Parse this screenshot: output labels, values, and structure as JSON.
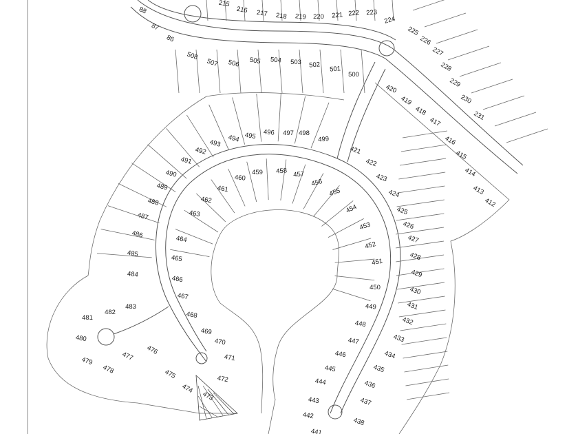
{
  "map": {
    "lots": [
      {
        "label": "88"
      },
      {
        "label": "87"
      },
      {
        "label": "86"
      },
      {
        "label": "215"
      },
      {
        "label": "216"
      },
      {
        "label": "217"
      },
      {
        "label": "218"
      },
      {
        "label": "219"
      },
      {
        "label": "220"
      },
      {
        "label": "221"
      },
      {
        "label": "222"
      },
      {
        "label": "223"
      },
      {
        "label": "224"
      },
      {
        "label": "225"
      },
      {
        "label": "226"
      },
      {
        "label": "227"
      },
      {
        "label": "228"
      },
      {
        "label": "229"
      },
      {
        "label": "230"
      },
      {
        "label": "231"
      },
      {
        "label": "508"
      },
      {
        "label": "507"
      },
      {
        "label": "506"
      },
      {
        "label": "505"
      },
      {
        "label": "504"
      },
      {
        "label": "503"
      },
      {
        "label": "502"
      },
      {
        "label": "501"
      },
      {
        "label": "500"
      },
      {
        "label": "420"
      },
      {
        "label": "419"
      },
      {
        "label": "418"
      },
      {
        "label": "417"
      },
      {
        "label": "416"
      },
      {
        "label": "415"
      },
      {
        "label": "414"
      },
      {
        "label": "413"
      },
      {
        "label": "412"
      },
      {
        "label": "493"
      },
      {
        "label": "494"
      },
      {
        "label": "495"
      },
      {
        "label": "496"
      },
      {
        "label": "497"
      },
      {
        "label": "498"
      },
      {
        "label": "499"
      },
      {
        "label": "492"
      },
      {
        "label": "491"
      },
      {
        "label": "490"
      },
      {
        "label": "489"
      },
      {
        "label": "488"
      },
      {
        "label": "487"
      },
      {
        "label": "486"
      },
      {
        "label": "485"
      },
      {
        "label": "484"
      },
      {
        "label": "483"
      },
      {
        "label": "482"
      },
      {
        "label": "481"
      },
      {
        "label": "480"
      },
      {
        "label": "479"
      },
      {
        "label": "478"
      },
      {
        "label": "477"
      },
      {
        "label": "476"
      },
      {
        "label": "475"
      },
      {
        "label": "474"
      },
      {
        "label": "473"
      },
      {
        "label": "472"
      },
      {
        "label": "471"
      },
      {
        "label": "470"
      },
      {
        "label": "469"
      },
      {
        "label": "468"
      },
      {
        "label": "467"
      },
      {
        "label": "466"
      },
      {
        "label": "465"
      },
      {
        "label": "464"
      },
      {
        "label": "463"
      },
      {
        "label": "462"
      },
      {
        "label": "461"
      },
      {
        "label": "460"
      },
      {
        "label": "459"
      },
      {
        "label": "458"
      },
      {
        "label": "457"
      },
      {
        "label": "456"
      },
      {
        "label": "455"
      },
      {
        "label": "454"
      },
      {
        "label": "453"
      },
      {
        "label": "452"
      },
      {
        "label": "451"
      },
      {
        "label": "450"
      },
      {
        "label": "449"
      },
      {
        "label": "448"
      },
      {
        "label": "447"
      },
      {
        "label": "446"
      },
      {
        "label": "445"
      },
      {
        "label": "444"
      },
      {
        "label": "443"
      },
      {
        "label": "442"
      },
      {
        "label": "441"
      },
      {
        "label": "421"
      },
      {
        "label": "422"
      },
      {
        "label": "423"
      },
      {
        "label": "424"
      },
      {
        "label": "425"
      },
      {
        "label": "426"
      },
      {
        "label": "427"
      },
      {
        "label": "428"
      },
      {
        "label": "429"
      },
      {
        "label": "430"
      },
      {
        "label": "431"
      },
      {
        "label": "432"
      },
      {
        "label": "433"
      },
      {
        "label": "434"
      },
      {
        "label": "435"
      },
      {
        "label": "436"
      },
      {
        "label": "437"
      },
      {
        "label": "438"
      }
    ]
  }
}
